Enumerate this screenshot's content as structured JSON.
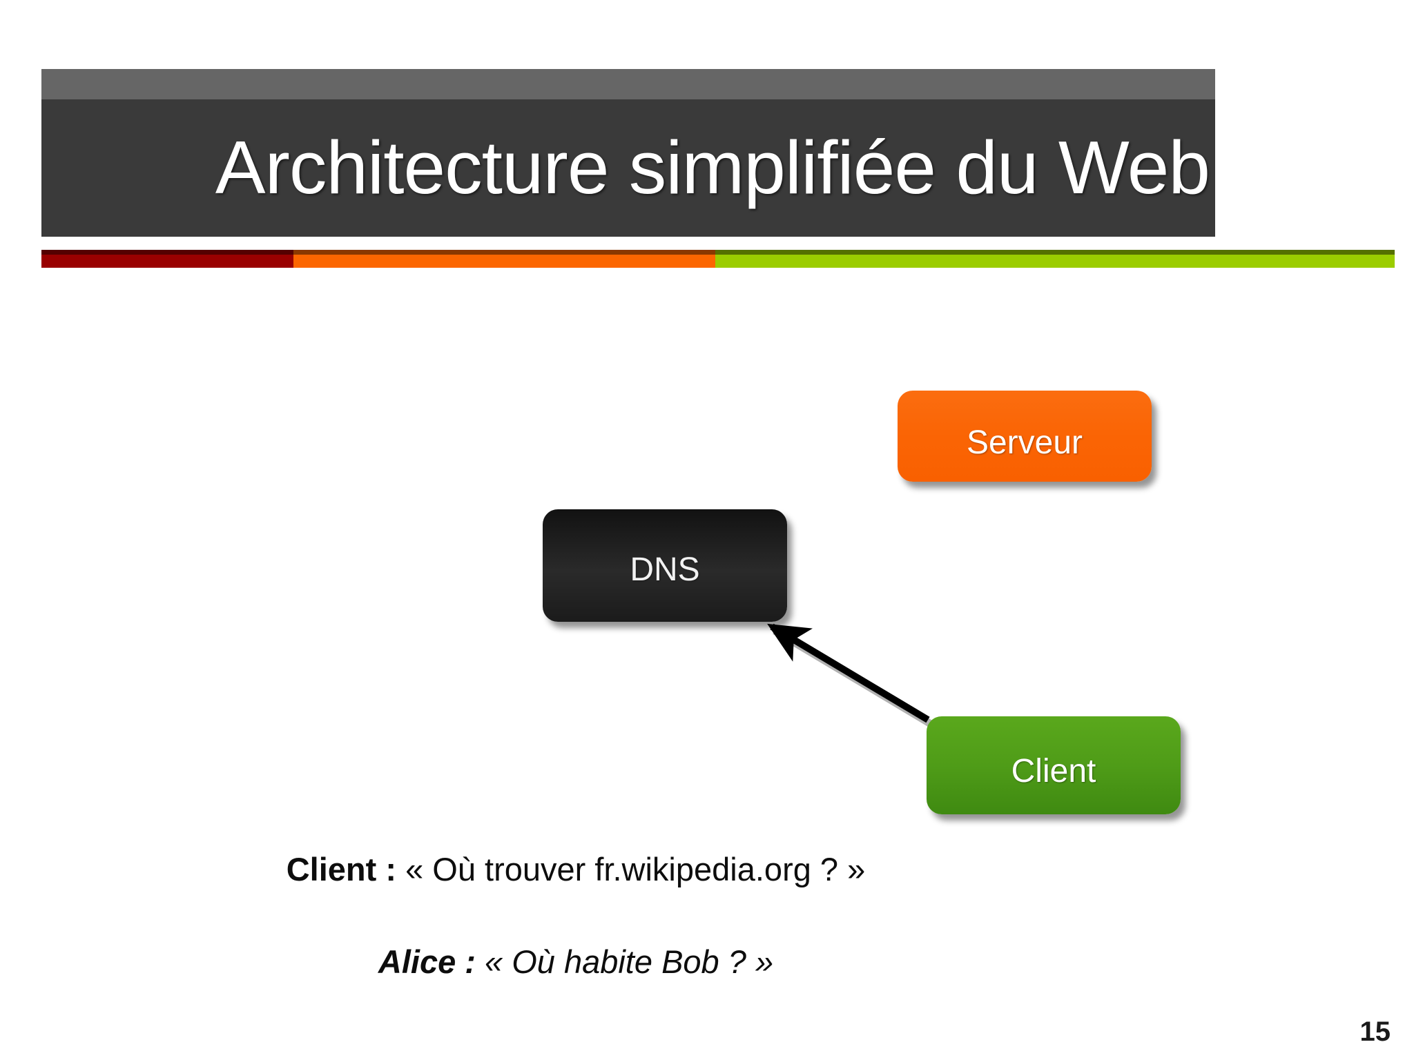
{
  "slide": {
    "title": "Architecture simplifiée du Web",
    "page_number": "15",
    "background_color": "#ffffff"
  },
  "banner": {
    "light_band_color": "#666666",
    "dark_band_color": "#3a3a3a",
    "title_color": "#ffffff"
  },
  "color_rule": {
    "segments": [
      {
        "name": "red",
        "color": "#990000"
      },
      {
        "name": "orange",
        "color": "#fc6600"
      },
      {
        "name": "green",
        "color": "#9bcd00"
      }
    ]
  },
  "diagram": {
    "nodes": [
      {
        "id": "serveur",
        "label": "Serveur",
        "color": "#fa6505"
      },
      {
        "id": "dns",
        "label": "DNS",
        "color": "#1b1b1b"
      },
      {
        "id": "client",
        "label": "Client",
        "color": "#4f9c18"
      }
    ],
    "connectors": [
      {
        "from": "client",
        "to": "dns",
        "style": "solid",
        "arrowhead": "to",
        "color": "#000000"
      }
    ]
  },
  "captions": [
    {
      "id": "client-question",
      "speaker": "Client :",
      "text": "« Où trouver fr.wikipedia.org ? »",
      "style": "normal"
    },
    {
      "id": "alice-analogy",
      "speaker": "Alice :",
      "text": "« Où habite Bob ? »",
      "style": "italic"
    }
  ]
}
